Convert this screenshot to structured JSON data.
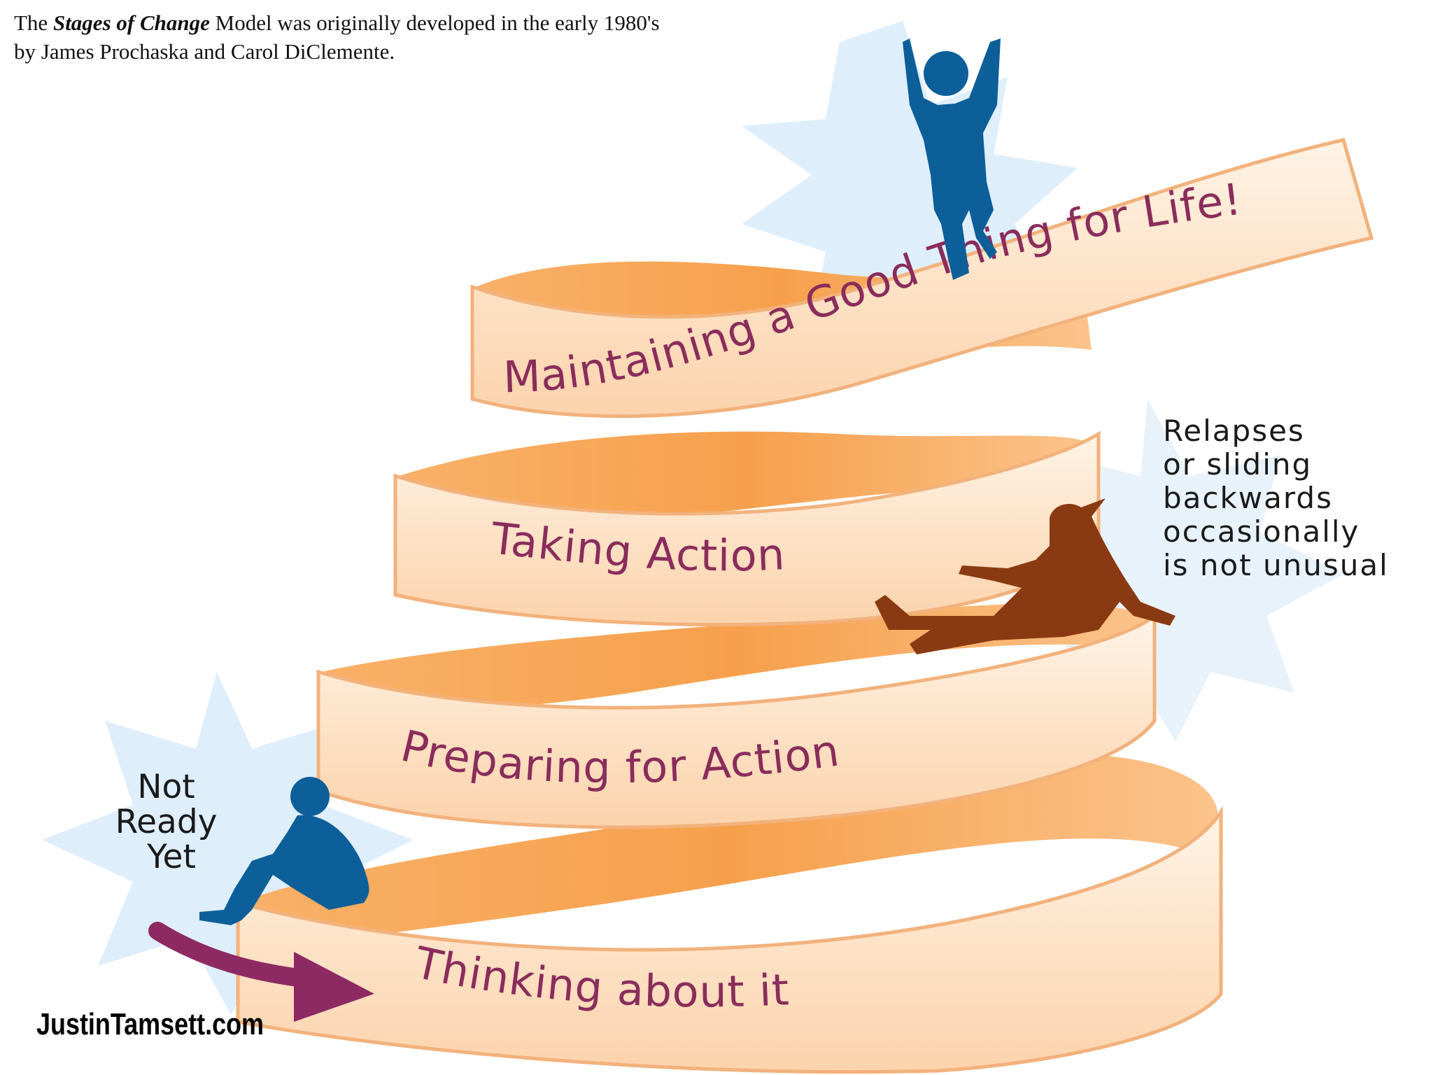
{
  "caption": {
    "prefix": "The ",
    "emphasis": "Stages of Change",
    "line1_rest": " Model was originally developed in the early 1980's",
    "line2": "by James Prochaska and Carol DiClemente."
  },
  "stages": {
    "maintaining": "Maintaining a Good Thing for Life!",
    "taking_action": "Taking Action",
    "preparing": "Preparing for Action",
    "thinking": "Thinking about it"
  },
  "not_ready": {
    "line1": "Not",
    "line2": "Ready",
    "line3": "Yet"
  },
  "relapse_note": {
    "lines": [
      "Relapses",
      "or sliding",
      "backwards",
      "occasionally",
      "is not unusual"
    ]
  },
  "brand": "JustinTamsett.com",
  "colors": {
    "ribbon_face": "#fde3c8",
    "ribbon_inner": "#f7a24f",
    "ribbon_edge": "#f2b27c",
    "stage_text": "#8a2d5c",
    "figure_blue": "#0d5f99",
    "figure_brown": "#8a3a12",
    "arrow": "#8e2a63",
    "starburst": "#dfeefb"
  },
  "icons": {
    "celebrating_figure": "person-arms-raised-icon",
    "falling_figure": "person-falling-icon",
    "sitting_figure": "person-sitting-icon",
    "arrow": "curved-arrow-icon"
  }
}
